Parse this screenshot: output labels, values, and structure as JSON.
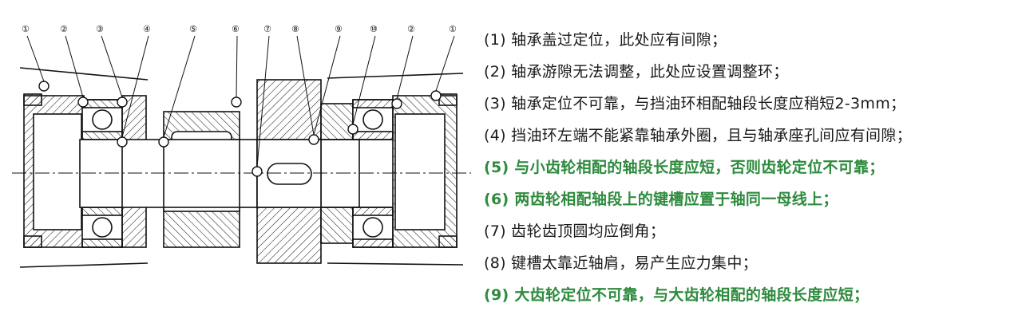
{
  "accent_color": "#2e8b3e",
  "drawing": {
    "callouts": [
      "①",
      "②",
      "③",
      "④",
      "⑤",
      "⑥",
      "⑦",
      "⑧",
      "⑨",
      "⑩",
      "②",
      "①"
    ]
  },
  "notes": [
    {
      "text": "(1) 轴承盖过定位，此处应有间隙；",
      "highlight": false
    },
    {
      "text": "(2) 轴承游隙无法调整，此处应设置调整环；",
      "highlight": false
    },
    {
      "text": "(3) 轴承定位不可靠，与挡油环相配轴段长度应稍短2-3mm；",
      "highlight": false
    },
    {
      "text": "(4) 挡油环左端不能紧靠轴承外圈，且与轴承座孔间应有间隙；",
      "highlight": false
    },
    {
      "text": "(5) 与小齿轮相配的轴段长度应短，否则齿轮定位不可靠；",
      "highlight": true
    },
    {
      "text": "(6) 两齿轮相配轴段上的键槽应置于轴同一母线上；",
      "highlight": true
    },
    {
      "text": "(7) 齿轮齿顶圆均应倒角；",
      "highlight": false
    },
    {
      "text": "(8) 键槽太靠近轴肩，易产生应力集中；",
      "highlight": false
    },
    {
      "text": "(9) 大齿轮定位不可靠，与大齿轮相配的轴段长度应短；",
      "highlight": true
    }
  ]
}
